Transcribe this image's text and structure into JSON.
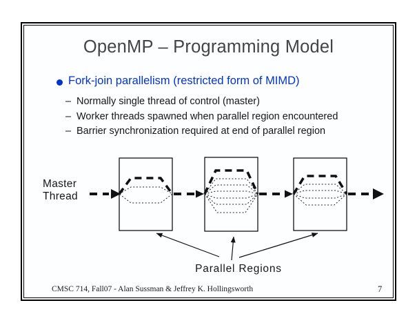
{
  "slide": {
    "title": "OpenMP – Programming Model",
    "bullets": {
      "main": {
        "marker_icon": "filled-circle-bullet",
        "label": "Fork-join parallelism (restricted form of MIMD)"
      },
      "sub": [
        {
          "marker": "–",
          "label": "Normally single thread of control (master)"
        },
        {
          "marker": "–",
          "label": "Worker threads spawned when parallel region encountered"
        },
        {
          "marker": "–",
          "label": "Barrier synchronization required at end of parallel region"
        }
      ]
    },
    "diagram": {
      "master_label_line1": "Master",
      "master_label_line2": "Thread",
      "regions_label": "Parallel Regions",
      "region_count": 3,
      "visible_thread_paths_per_region": [
        3,
        7,
        5
      ]
    },
    "footer": {
      "text": "CMSC 714, Fall07 - Alan Sussman & Jeffrey K. Hollingsworth",
      "page_number": "7"
    },
    "colors": {
      "accent_blue": "#0433cb",
      "title_gray": "#444444",
      "ink": "#111111",
      "slide_background": "#fcfeff"
    }
  }
}
